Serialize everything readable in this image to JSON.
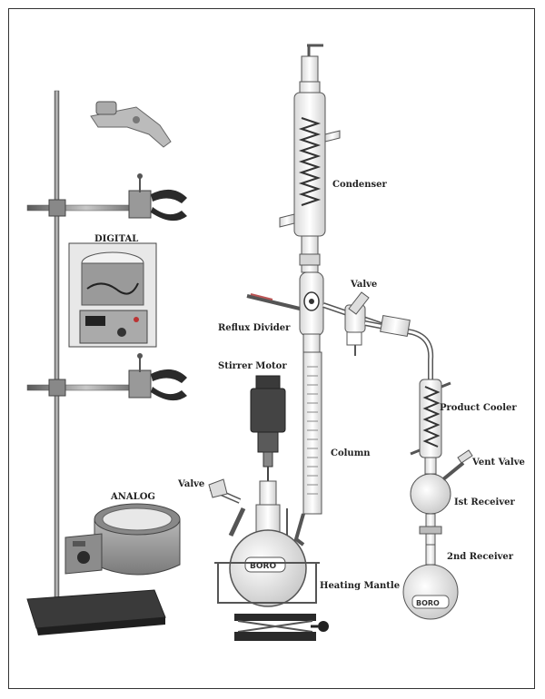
{
  "labels": {
    "digital": "DIGITAL",
    "analog": "ANALOG",
    "condenser": "Condenser",
    "valve_top": "Valve",
    "reflux_divider": "Reflux Divider",
    "stirrer_motor": "Stirrer Motor",
    "column": "Column",
    "product_cooler": "Product Cooler",
    "vent_valve": "Vent Valve",
    "valve_left": "Valve",
    "first_receiver": "Ist Receiver",
    "second_receiver": "2nd Receiver",
    "heating_mantle": "Heating Mantle",
    "flask_brand": "BORO",
    "receiver_brand": "BORO"
  },
  "colors": {
    "glass": "#555555",
    "metal": "#6a6a6a",
    "dark": "#2a2a2a",
    "mantle": "#8a8a8a"
  }
}
